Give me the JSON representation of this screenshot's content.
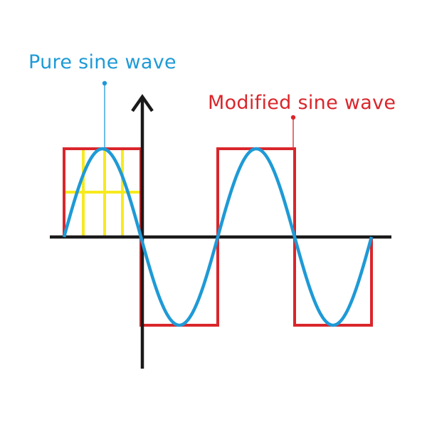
{
  "labels": {
    "pure": "Pure sine wave",
    "modified": "Modified sine wave"
  },
  "colors": {
    "pure": "#1e9ad6",
    "modified": "#d9262b",
    "axis": "#1a1a1a",
    "grid": "#f6ea1e"
  },
  "waves": {
    "half_cycles": 4,
    "first_polarity": "positive"
  }
}
